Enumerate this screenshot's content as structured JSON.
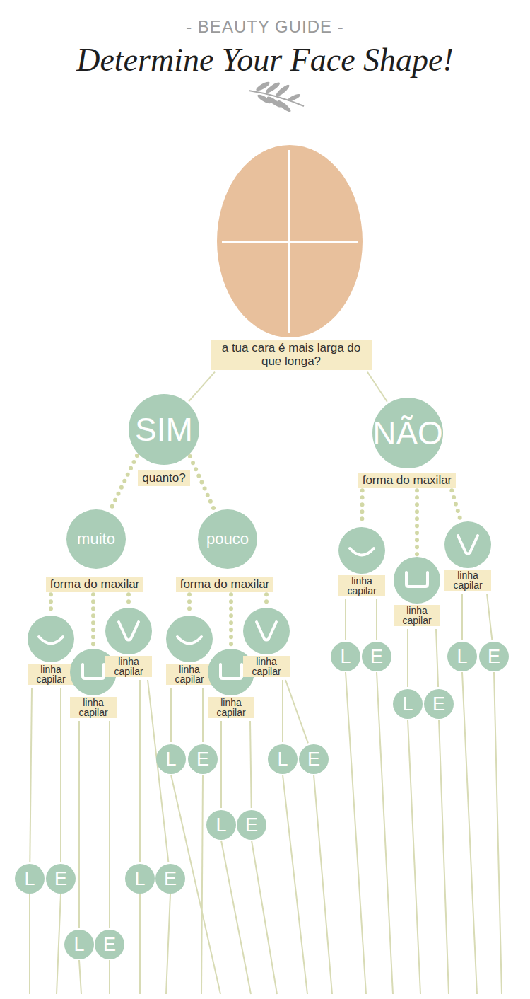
{
  "diagram": {
    "title": "Determine Your Face Shape!",
    "nodes": [
      {
        "text": [
          "a tua cara é mais larga do que longa?"
        ]
      },
      {
        "text": [
          "SIM"
        ]
      },
      {
        "text": [
          "NÃO"
        ]
      },
      {
        "text": [
          "quanto?"
        ]
      },
      {
        "text": [
          "forma do maxilar"
        ]
      },
      {
        "text": [
          "muito"
        ]
      },
      {
        "text": [
          "pouco"
        ]
      },
      {
        "text": [
          "forma do maxilar"
        ]
      },
      {
        "text": [
          "forma do maxilar"
        ]
      },
      {
        "text": [
          "linha capilar"
        ]
      },
      {
        "text": [
          "linha capilar"
        ]
      },
      {
        "text": [
          "linha capilar"
        ]
      },
      {
        "text": [
          "linha capilar"
        ]
      },
      {
        "text": [
          "linha capilar"
        ]
      },
      {
        "text": [
          "linha capilar"
        ]
      },
      {
        "text": [
          "linha capilar"
        ]
      },
      {
        "text": [
          "linha capilar"
        ]
      },
      {
        "text": [
          "linha capilar"
        ]
      },
      {
        "text": [
          "L"
        ]
      },
      {
        "text": [
          "E"
        ]
      },
      {
        "text": [
          "L"
        ]
      },
      {
        "text": [
          "E"
        ]
      },
      {
        "text": [
          "L"
        ]
      },
      {
        "text": [
          "E"
        ]
      },
      {
        "text": [
          "L"
        ]
      },
      {
        "text": [
          "E"
        ]
      },
      {
        "text": [
          "L"
        ]
      },
      {
        "text": [
          "E"
        ]
      },
      {
        "text": [
          "L"
        ]
      },
      {
        "text": [
          "E"
        ]
      },
      {
        "text": [
          "L"
        ]
      },
      {
        "text": [
          "E"
        ]
      },
      {
        "text": [
          "L"
        ]
      },
      {
        "text": [
          "E"
        ]
      },
      {
        "text": [
          "L"
        ]
      },
      {
        "text": [
          "E"
        ]
      }
    ],
    "edges": [
      {
        "from": 0,
        "to": 1,
        "arrow": "none"
      },
      {
        "from": 0,
        "to": 2,
        "arrow": "none"
      },
      {
        "from": 1,
        "to": 5,
        "arrow": "none"
      },
      {
        "from": 1,
        "to": 6,
        "arrow": "none"
      },
      {
        "from": 4,
        "to": 9,
        "arrow": "none"
      },
      {
        "from": 4,
        "to": 10,
        "arrow": "none"
      },
      {
        "from": 4,
        "to": 11,
        "arrow": "none"
      },
      {
        "from": 7,
        "to": 12,
        "arrow": "none"
      },
      {
        "from": 7,
        "to": 13,
        "arrow": "none"
      },
      {
        "from": 7,
        "to": 14,
        "arrow": "none"
      },
      {
        "from": 8,
        "to": 15,
        "arrow": "none"
      },
      {
        "from": 8,
        "to": 16,
        "arrow": "none"
      },
      {
        "from": 8,
        "to": 17,
        "arrow": "none"
      },
      {
        "from": 9,
        "to": 18,
        "arrow": "none"
      },
      {
        "from": 9,
        "to": 19,
        "arrow": "none"
      },
      {
        "from": 10,
        "to": 20,
        "arrow": "none"
      },
      {
        "from": 10,
        "to": 21,
        "arrow": "none"
      },
      {
        "from": 11,
        "to": 22,
        "arrow": "none"
      },
      {
        "from": 11,
        "to": 23,
        "arrow": "none"
      },
      {
        "from": 15,
        "to": 24,
        "arrow": "none"
      },
      {
        "from": 15,
        "to": 25,
        "arrow": "none"
      },
      {
        "from": 17,
        "to": 26,
        "arrow": "none"
      },
      {
        "from": 17,
        "to": 27,
        "arrow": "none"
      },
      {
        "from": 16,
        "to": 28,
        "arrow": "none"
      },
      {
        "from": 16,
        "to": 29,
        "arrow": "none"
      },
      {
        "from": 12,
        "to": 30,
        "arrow": "none"
      },
      {
        "from": 12,
        "to": 31,
        "arrow": "none"
      },
      {
        "from": 14,
        "to": 32,
        "arrow": "none"
      },
      {
        "from": 14,
        "to": 33,
        "arrow": "none"
      },
      {
        "from": 13,
        "to": 34,
        "arrow": "none"
      },
      {
        "from": 13,
        "to": 35,
        "arrow": "none"
      }
    ],
    "labels": [
      "- BEAUTY GUIDE -"
    ]
  }
}
